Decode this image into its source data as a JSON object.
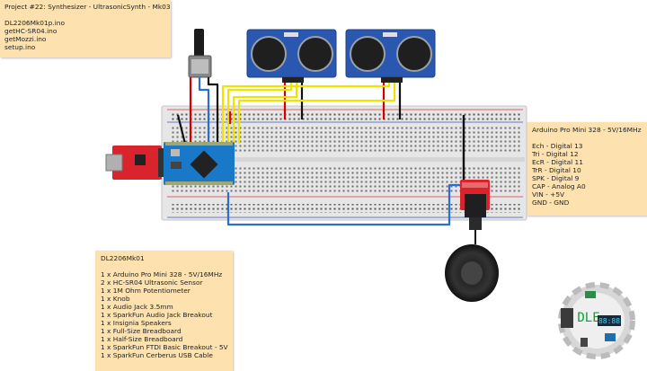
{
  "project_note": {
    "title": "Project #22: Synthesizer - UltrasonicSynth - Mk03",
    "files": [
      "DL2206Mk01p.ino",
      "getHC-SR04.ino",
      "getMozzi.ino",
      "setup.ino"
    ]
  },
  "pins_note": {
    "title": "Arduino Pro Mini 328 - 5V/16MHz",
    "pins": [
      "Ech - Digital 13",
      "Tri - Digital 12",
      "EcR - Digital 11",
      "TrR - Digital 10",
      "SPK - Digital 9",
      "CAP - Analog A0",
      "VIN - +5V",
      "GND - GND"
    ]
  },
  "parts_note": {
    "title": "DL2206Mk01",
    "parts": [
      "1 x Arduino Pro Mini 328 - 5V/16MHz",
      "2 x HC-SR04 Ultrasonic Sensor",
      "1 x 1M Ohm Potentiometer",
      "1 x Knob",
      "1 x Audio Jack 3.5mm",
      "1 x SparkFun Audio Jack Breakout",
      "1 x Insignia Speakers",
      "1 x Full-Size Breadboard",
      "1 x Half-Size Breadboard",
      "1 x SparkFun FTDI Basic Breakout - 5V",
      "1 x SparkFun Cerberus USB Cable"
    ]
  },
  "logo": {
    "text": "DLE",
    "display": "88:88"
  },
  "colors": {
    "note_bg": "#fde2b0",
    "sensor": "#2a58b0",
    "breadboard": "#e6e6e6",
    "ftdi": "#d9232d",
    "pro_mini": "#1978c8",
    "wire_red": "#d40000",
    "wire_yellow": "#f1e300",
    "wire_blue": "#2a6ed4",
    "wire_black": "#111111"
  }
}
